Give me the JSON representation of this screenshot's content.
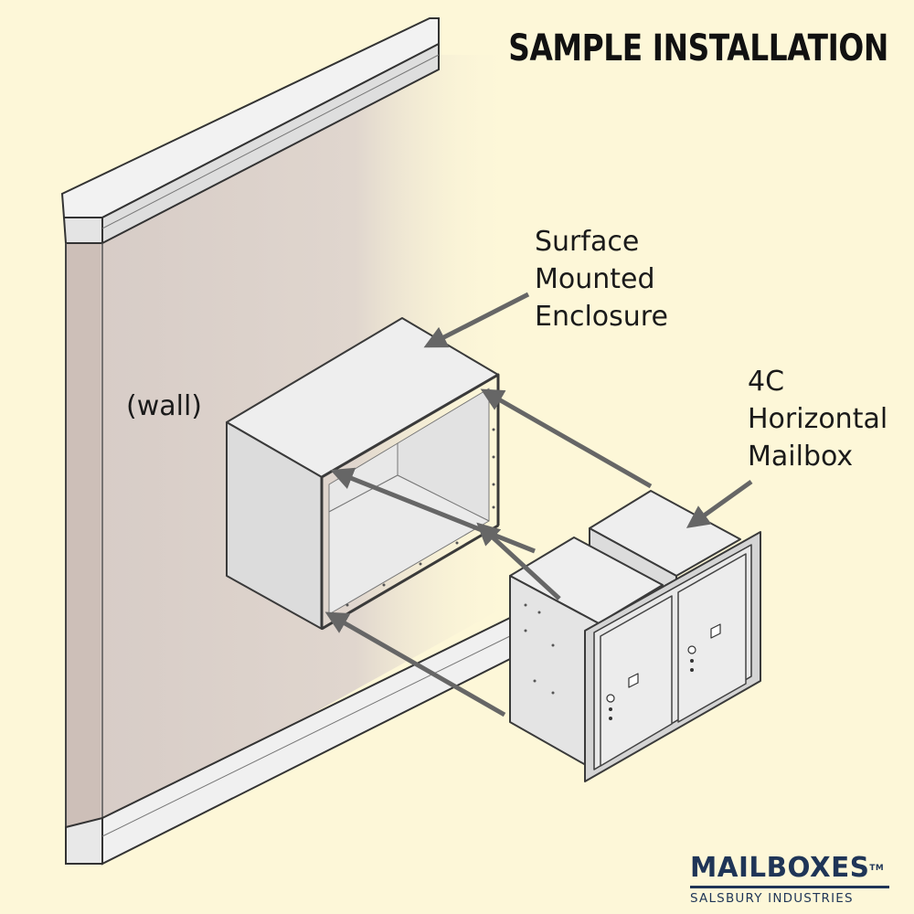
{
  "title": "SAMPLE INSTALLATION",
  "labels": {
    "enclosure": [
      "Surface",
      "Mounted",
      "Enclosure"
    ],
    "mailbox": [
      "4C",
      "Horizontal",
      "Mailbox"
    ],
    "wall": "(wall)"
  },
  "logo": {
    "name": "MAILBOXES",
    "trademark": "TM",
    "subtitle": "SALSBURY INDUSTRIES"
  },
  "colors": {
    "background": "#fdf7d8",
    "wall": "#d9cfc9",
    "metal": "#e6e6e6",
    "outline": "#3a3a3a",
    "arrow": "#666666",
    "logo": "#1f3557"
  }
}
